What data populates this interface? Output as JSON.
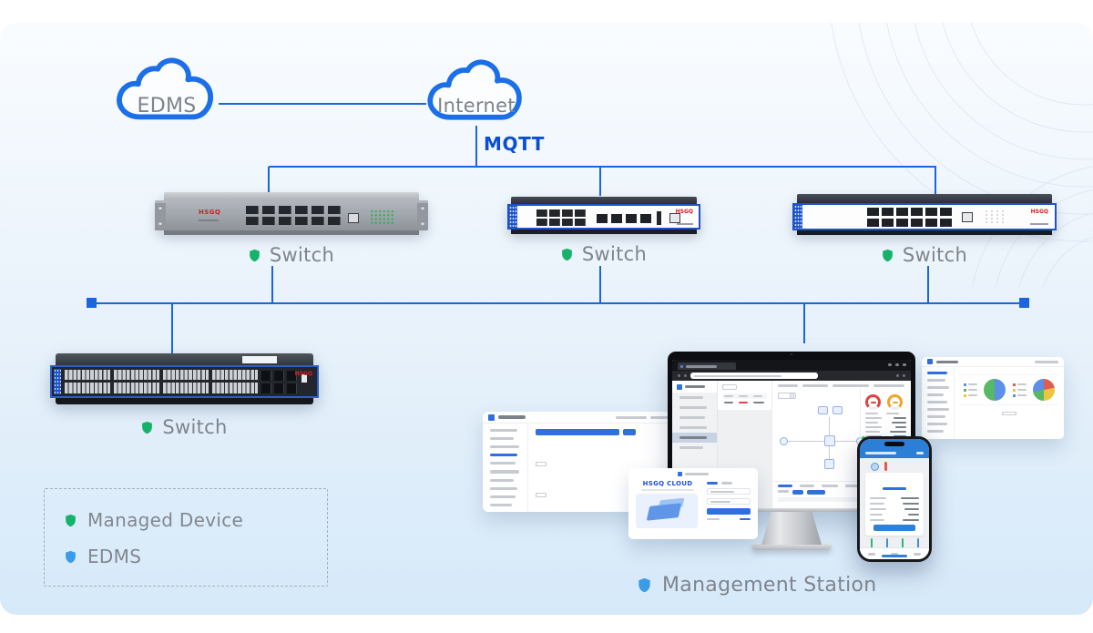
{
  "clouds": {
    "edms": "EDMS",
    "internet": "Internet"
  },
  "mqtt_label": "MQTT",
  "brand": "HSGQ",
  "switches": {
    "top_left": "Switch",
    "top_middle": "Switch",
    "top_right": "Switch",
    "bottom": "Switch"
  },
  "legend": {
    "managed_device": "Managed Device",
    "edms": "EDMS"
  },
  "management_station": {
    "label": "Management Station",
    "login_title": "HSGQ CLOUD"
  },
  "colors": {
    "line_blue": "#1b66e0",
    "mqtt_blue": "#0a4ed4",
    "cloud_stroke": "#1b6fe8",
    "label_gray": "#7f848d",
    "shield_green": "#17b26a",
    "shield_blue": "#3b9be8",
    "brand_red": "#d21f1f",
    "gauge_red": "#e0423e",
    "gauge_orange": "#f0a32a"
  }
}
